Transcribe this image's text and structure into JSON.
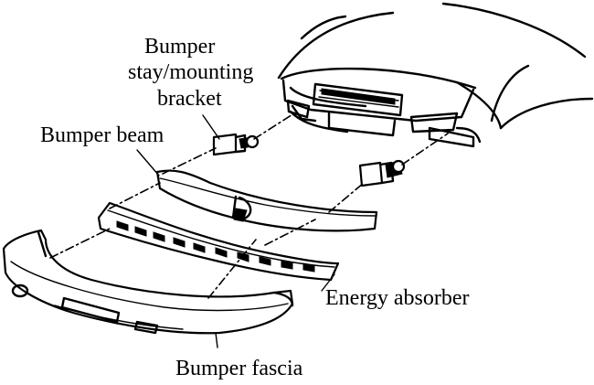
{
  "labels": {
    "stay_line1": "Bumper",
    "stay_line2": "stay/mounting",
    "stay_line3": "bracket",
    "beam": "Bumper beam",
    "absorber": "Energy absorber",
    "fascia": "Bumper fascia"
  },
  "colors": {
    "ink": "#000000",
    "paper": "#ffffff"
  }
}
